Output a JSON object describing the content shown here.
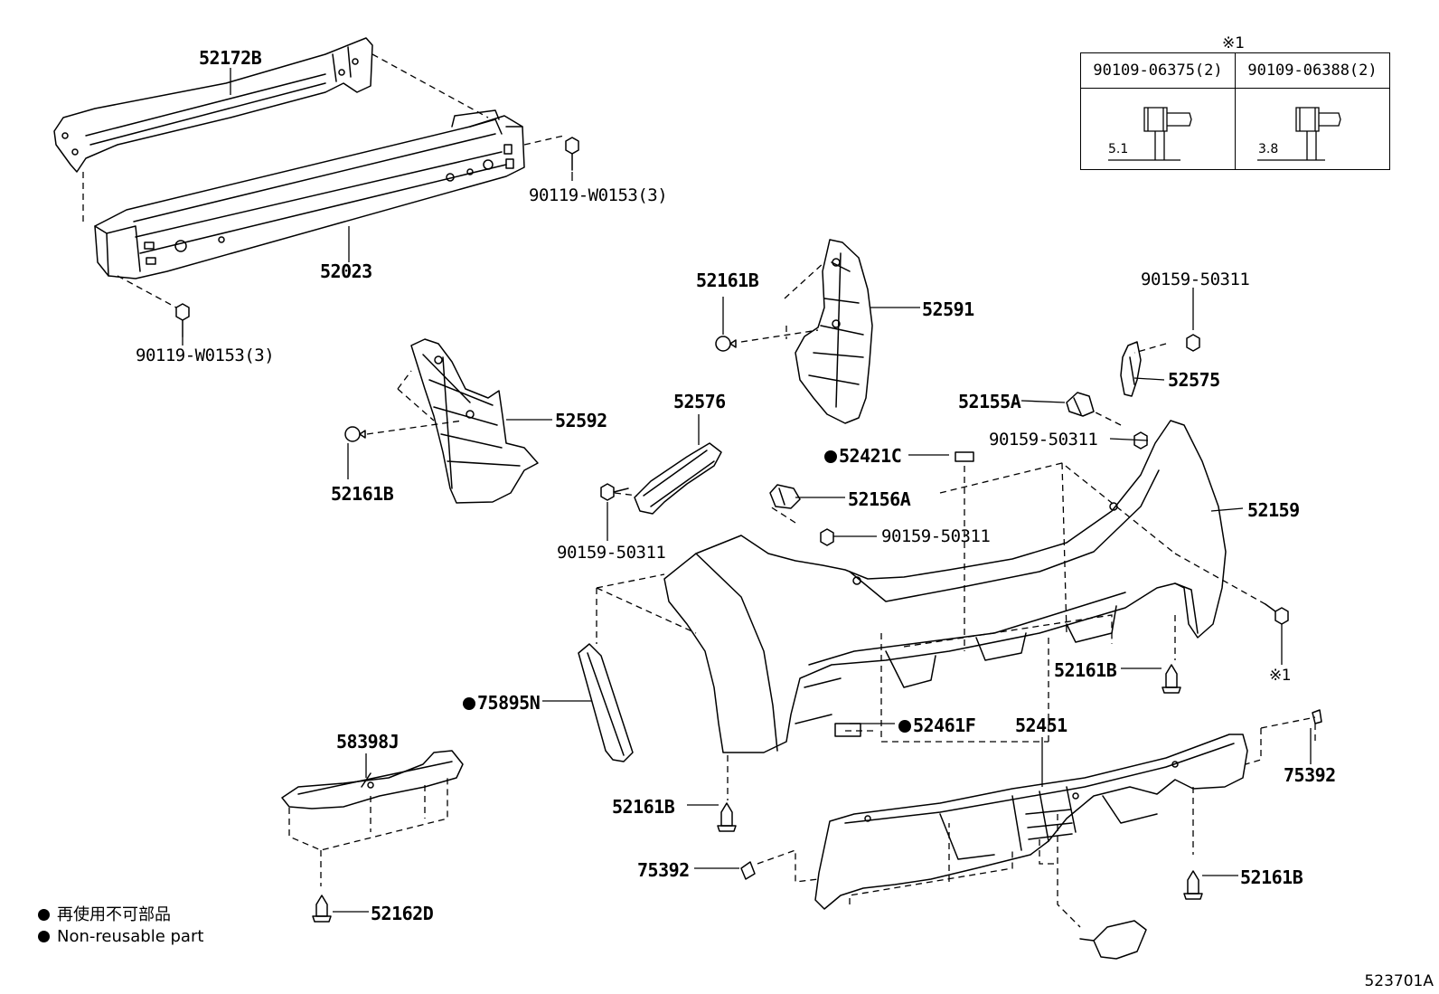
{
  "labels": {
    "p52172B": "52172B",
    "p52023": "52023",
    "p90119_top": "90119-W0153(3)",
    "p90119_bottom": "90119-W0153(3)",
    "p52161B_a": "52161B",
    "p52591": "52591",
    "p52592": "52592",
    "p52161B_b": "52161B",
    "p52576": "52576",
    "p90159_a": "90159-50311",
    "p52421C": "52421C",
    "p52156A": "52156A",
    "p90159_b": "90159-50311",
    "p90159_c": "90159-50311",
    "p52575": "52575",
    "p52155A": "52155A",
    "p90159_d": "90159-50311",
    "p52159": "52159",
    "p52161B_c": "52161B",
    "marker_right": "※1",
    "p75895N": "75895N",
    "p52461F": "52461F",
    "p52451": "52451",
    "p75392_right": "75392",
    "p58398J": "58398J",
    "p52161B_d": "52161B",
    "p75392_left": "75392",
    "p52161B_e": "52161B",
    "p52162D": "52162D"
  },
  "ref_table": {
    "marker": "※1",
    "col1_header": "90109-06375(2)",
    "col2_header": "90109-06388(2)",
    "col1_dim": "5.1",
    "col2_dim": "3.8"
  },
  "legend": {
    "line1": "再使用不可部品",
    "line2": "Non-reusable part"
  },
  "catalog_no": "523701A"
}
